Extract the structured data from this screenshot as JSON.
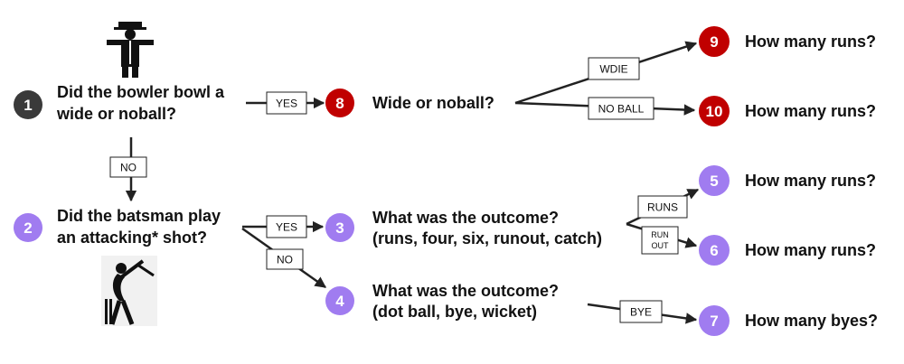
{
  "colors": {
    "dark": "#3a3a3a",
    "red": "#c00000",
    "purple": "#a07cf0"
  },
  "icons": [
    "umpire-icon",
    "batsman-icon"
  ],
  "nodes": {
    "n1": {
      "number": "1",
      "line1": "Did the bowler bowl a",
      "line2": "wide or noball?"
    },
    "n2": {
      "number": "2",
      "line1": "Did the batsman play",
      "line2": "an attacking* shot?"
    },
    "n3": {
      "number": "3",
      "line1": "What was the outcome?",
      "line2": "(runs, four, six, runout, catch)"
    },
    "n4": {
      "number": "4",
      "line1": "What was the outcome?",
      "line2": "(dot ball, bye, wicket)"
    },
    "n5": {
      "number": "5",
      "text": "How many runs?"
    },
    "n6": {
      "number": "6",
      "text": "How many runs?"
    },
    "n7": {
      "number": "7",
      "text": "How many byes?"
    },
    "n8": {
      "number": "8",
      "text": "Wide or noball?"
    },
    "n9": {
      "number": "9",
      "text": "How many runs?"
    },
    "n10": {
      "number": "10",
      "text": "How many runs?"
    }
  },
  "edges": {
    "e1_8": "YES",
    "e1_2": "NO",
    "e2_3": "YES",
    "e2_4": "NO",
    "e8_9": "WDIE",
    "e8_10": "NO BALL",
    "e3_5": "RUNS",
    "e3_6_l1": "RUN",
    "e3_6_l2": "OUT",
    "e4_7": "BYE"
  }
}
